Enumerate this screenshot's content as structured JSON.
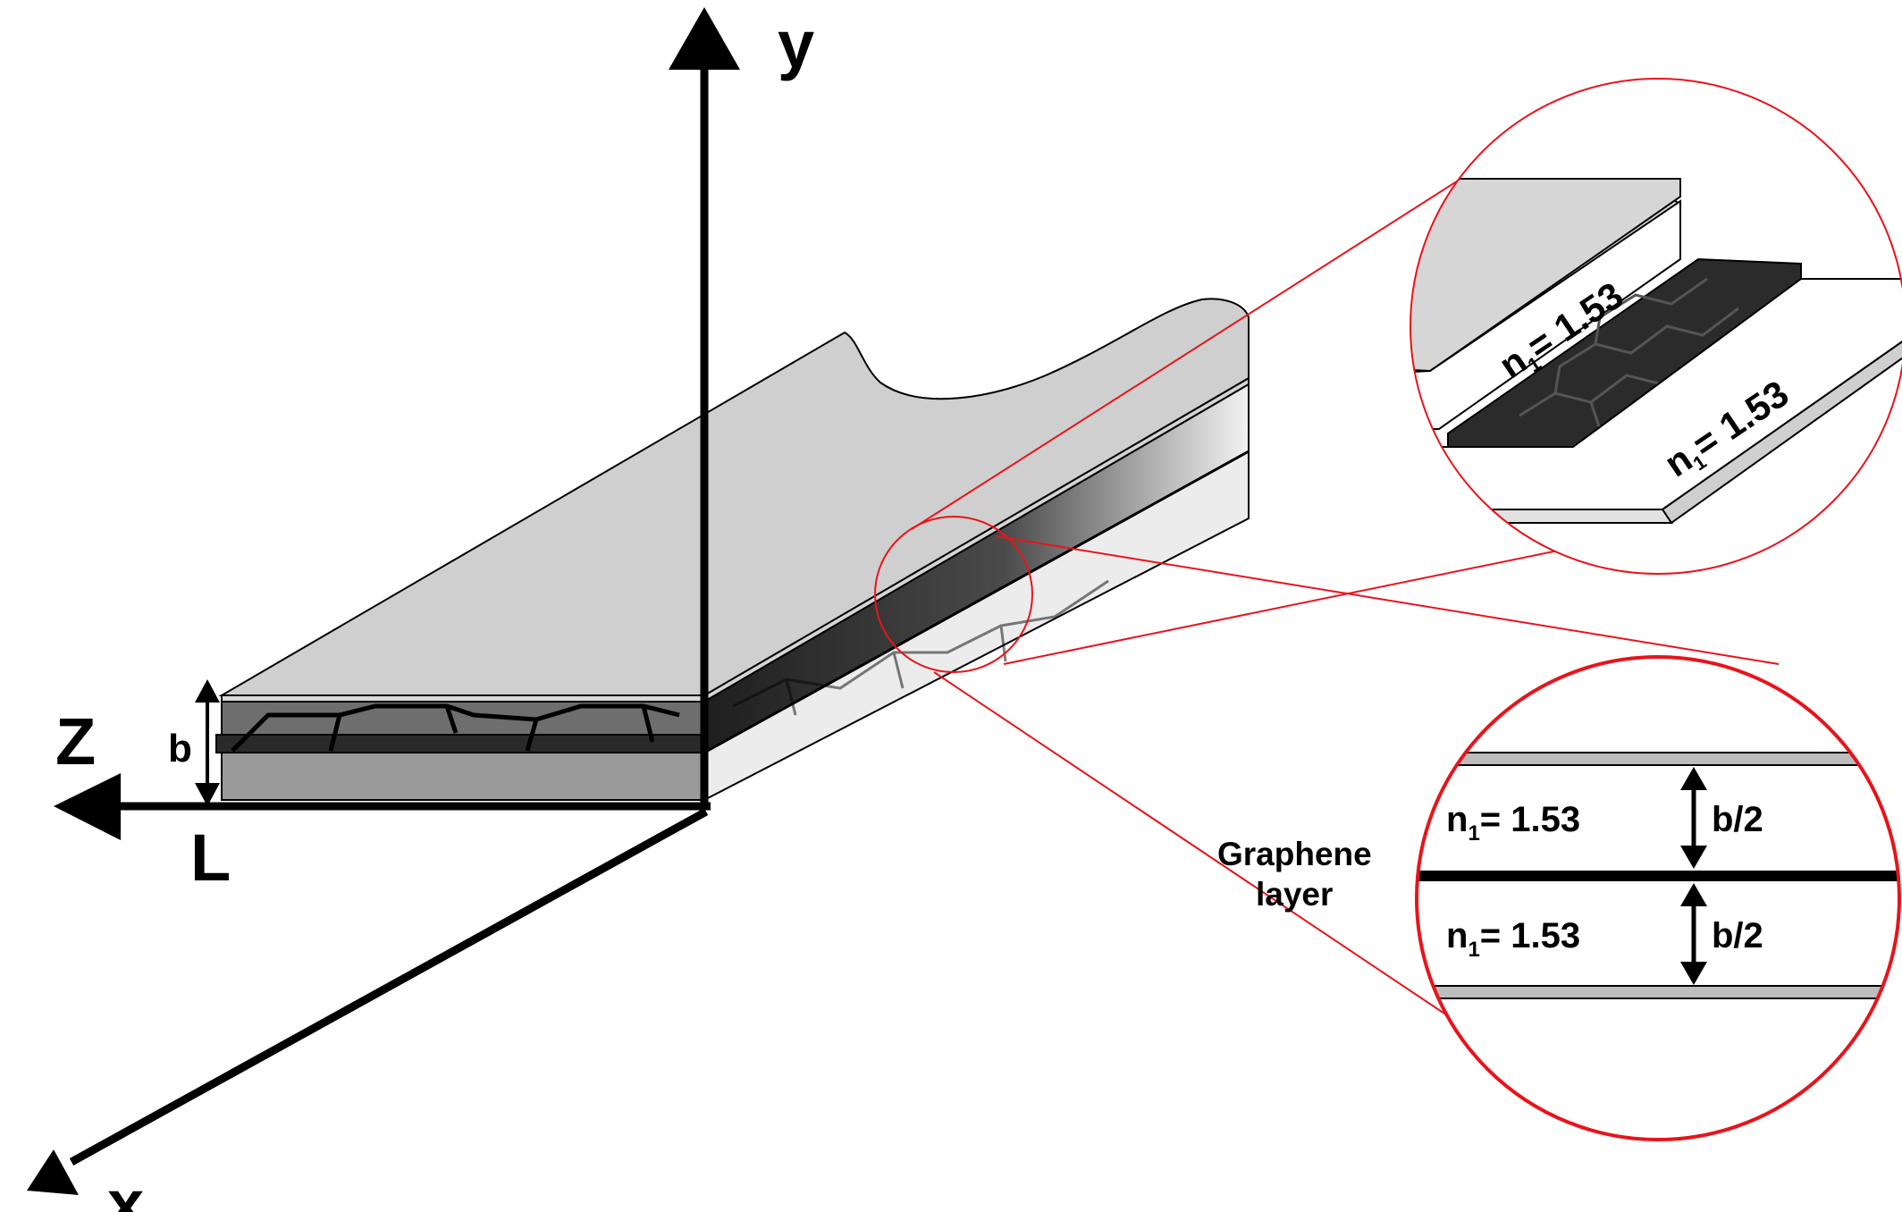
{
  "axes": {
    "y": "y",
    "z": "Z",
    "x": "x",
    "l": "L"
  },
  "dimension": {
    "b": "b"
  },
  "top_inset": {
    "upper_layer": {
      "n": "n",
      "sub": "1",
      "value": "= 1.53"
    },
    "lower_layer": {
      "n": "n",
      "sub": "1",
      "value": "= 1.53"
    }
  },
  "bottom_inset": {
    "upper_layer": {
      "n": "n",
      "sub": "1",
      "value": "= 1.53",
      "thickness": "b/2"
    },
    "lower_layer": {
      "n": "n",
      "sub": "1",
      "value": "= 1.53",
      "thickness": "b/2"
    },
    "graphene_line1": "Graphene",
    "graphene_line2": "layer"
  },
  "colors": {
    "zoom": "#e8141b",
    "slab_top": "#cfcfcf",
    "graphene": "#262626",
    "slab_side": "#e9e9e9",
    "slab_bottom": "#999999"
  }
}
